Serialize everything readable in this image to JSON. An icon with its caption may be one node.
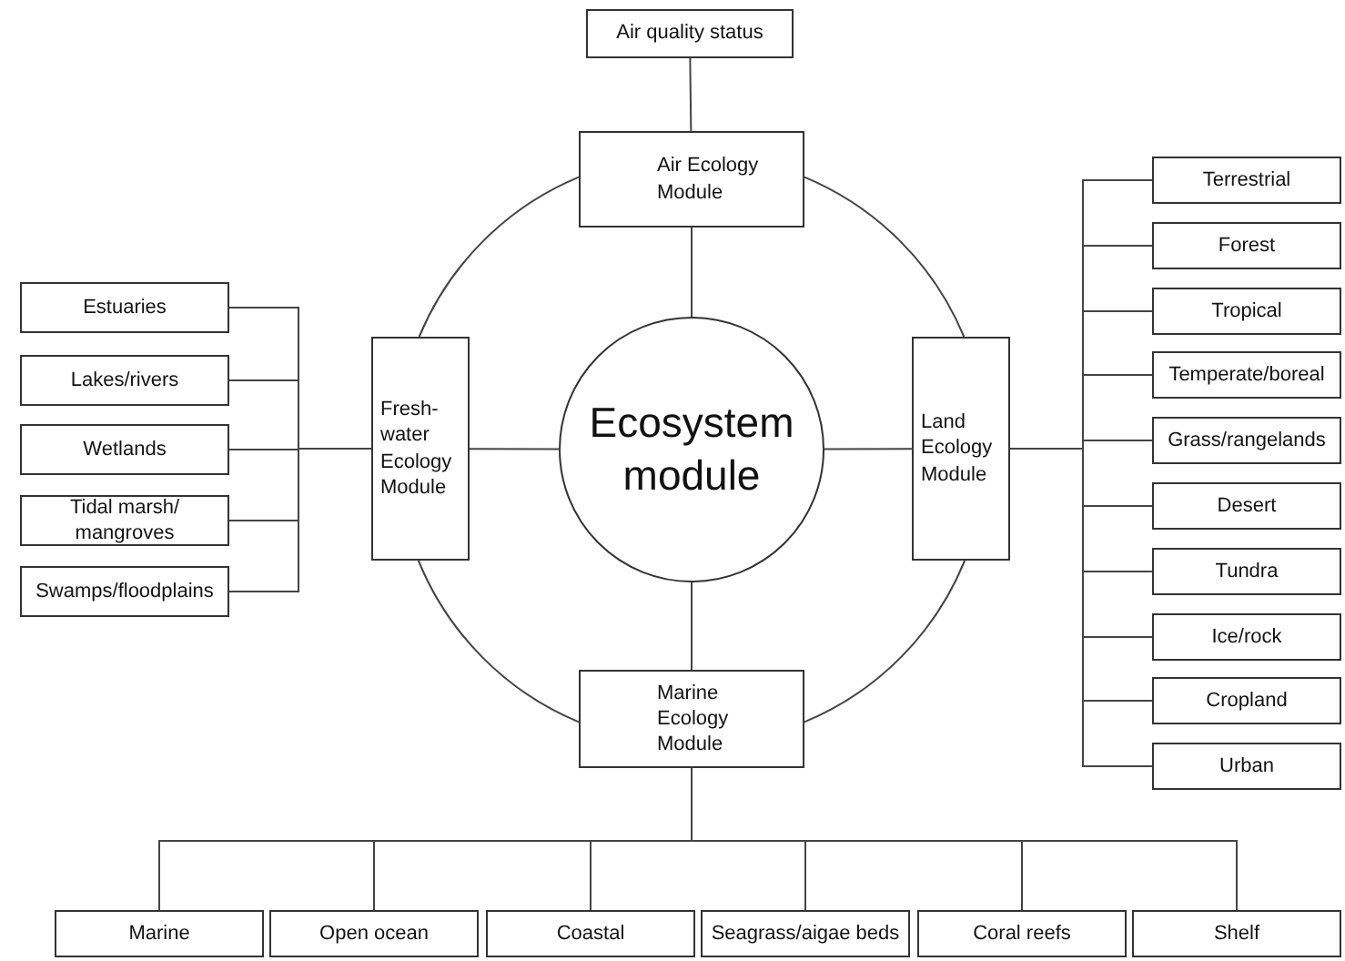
{
  "diagram": {
    "nodes": [
      {
        "text": [
          "Air quality status"
        ]
      },
      {
        "text": [
          "Air Ecology Module"
        ]
      },
      {
        "text": [
          "Ecosystem module"
        ]
      },
      {
        "text": [
          "Fresh- water Ecology Module"
        ]
      },
      {
        "text": [
          "Land Ecology Module"
        ]
      },
      {
        "text": [
          "Marine Ecology Module"
        ]
      },
      {
        "text": [
          "Estuaries"
        ]
      },
      {
        "text": [
          "Lakes/rivers"
        ]
      },
      {
        "text": [
          "Wetlands"
        ]
      },
      {
        "text": [
          "Tidal marsh/ mangroves"
        ]
      },
      {
        "text": [
          "Swamps/floodplains"
        ]
      },
      {
        "text": [
          "Terrestrial"
        ]
      },
      {
        "text": [
          "Forest"
        ]
      },
      {
        "text": [
          "Tropical"
        ]
      },
      {
        "text": [
          "Temperate/boreal"
        ]
      },
      {
        "text": [
          "Grass/rangelands"
        ]
      },
      {
        "text": [
          "Desert"
        ]
      },
      {
        "text": [
          "Tundra"
        ]
      },
      {
        "text": [
          "Ice/rock"
        ]
      },
      {
        "text": [
          "Cropland"
        ]
      },
      {
        "text": [
          "Urban"
        ]
      },
      {
        "text": [
          "Marine"
        ]
      },
      {
        "text": [
          "Open ocean"
        ]
      },
      {
        "text": [
          "Coastal"
        ]
      },
      {
        "text": [
          "Seagrass/aigae beds"
        ]
      },
      {
        "text": [
          "Coral reefs"
        ]
      },
      {
        "text": [
          "Shelf"
        ]
      }
    ],
    "edges": [
      {
        "from": 0,
        "to": 1,
        "arrow": "none"
      },
      {
        "from": 2,
        "to": 1,
        "arrow": "none"
      },
      {
        "from": 2,
        "to": 3,
        "arrow": "none"
      },
      {
        "from": 2,
        "to": 4,
        "arrow": "none"
      },
      {
        "from": 2,
        "to": 5,
        "arrow": "none"
      },
      {
        "from": 1,
        "to": 3,
        "arrow": "none"
      },
      {
        "from": 1,
        "to": 4,
        "arrow": "none"
      },
      {
        "from": 4,
        "to": 5,
        "arrow": "none"
      },
      {
        "from": 3,
        "to": 5,
        "arrow": "none"
      },
      {
        "from": 3,
        "to": 6,
        "arrow": "none"
      },
      {
        "from": 3,
        "to": 7,
        "arrow": "none"
      },
      {
        "from": 3,
        "to": 8,
        "arrow": "none"
      },
      {
        "from": 3,
        "to": 9,
        "arrow": "none"
      },
      {
        "from": 3,
        "to": 10,
        "arrow": "none"
      },
      {
        "from": 4,
        "to": 11,
        "arrow": "none"
      },
      {
        "from": 4,
        "to": 12,
        "arrow": "none"
      },
      {
        "from": 4,
        "to": 13,
        "arrow": "none"
      },
      {
        "from": 4,
        "to": 14,
        "arrow": "none"
      },
      {
        "from": 4,
        "to": 15,
        "arrow": "none"
      },
      {
        "from": 4,
        "to": 16,
        "arrow": "none"
      },
      {
        "from": 4,
        "to": 17,
        "arrow": "none"
      },
      {
        "from": 4,
        "to": 18,
        "arrow": "none"
      },
      {
        "from": 4,
        "to": 19,
        "arrow": "none"
      },
      {
        "from": 4,
        "to": 20,
        "arrow": "none"
      },
      {
        "from": 5,
        "to": 21,
        "arrow": "none"
      },
      {
        "from": 5,
        "to": 22,
        "arrow": "none"
      },
      {
        "from": 5,
        "to": 23,
        "arrow": "none"
      },
      {
        "from": 5,
        "to": 24,
        "arrow": "none"
      },
      {
        "from": 5,
        "to": 25,
        "arrow": "none"
      },
      {
        "from": 5,
        "to": 26,
        "arrow": "none"
      }
    ]
  }
}
